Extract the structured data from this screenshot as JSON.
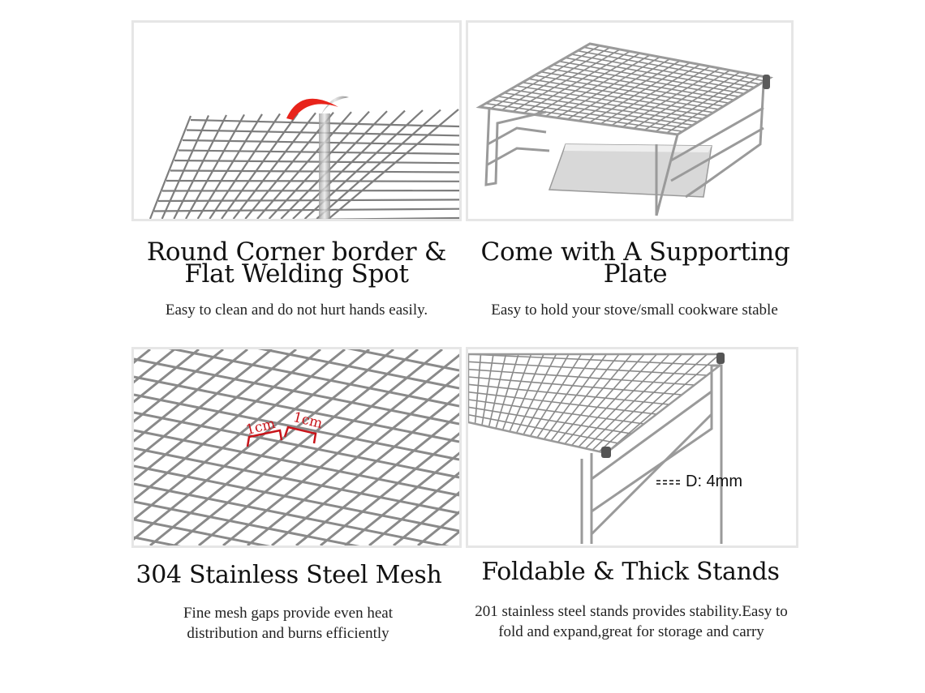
{
  "features": [
    {
      "title_line1": "Round Corner border &",
      "title_line2": "Flat Welding Spot",
      "description": "Easy to clean and do not hurt hands easily.",
      "image": "rack-corner-closeup",
      "accent_color": "#e8231a"
    },
    {
      "title_line1": "Come with A Supporting",
      "title_line2": "Plate",
      "description": "Easy to hold your stove/small cookware stable",
      "image": "rack-with-supporting-plate"
    },
    {
      "title": "304 Stainless Steel Mesh",
      "description": "Fine mesh gaps provide even heat distribution and burns efficiently",
      "image": "mesh-closeup",
      "gap_label_1": "1cm",
      "gap_label_2": "1cm",
      "accent_color": "#c8141a"
    },
    {
      "title": "Foldable & Thick Stands",
      "description": "201 stainless steel stands provides stability.Easy to fold and expand,great for storage and carry",
      "image": "folding-stand",
      "diameter_label": "D: 4mm"
    }
  ]
}
